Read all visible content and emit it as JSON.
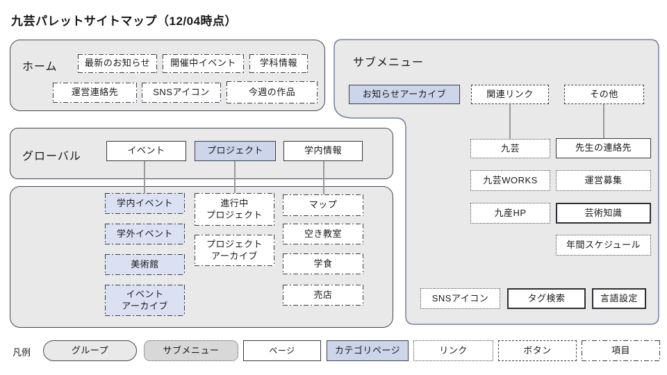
{
  "title": "九芸パレットサイトマップ（12/04時点）",
  "home": {
    "label": "ホーム",
    "items": [
      "最新のお知らせ",
      "開催中イベント",
      "学科情報",
      "運営連絡先",
      "SNSアイコン",
      "今週の作品"
    ]
  },
  "global": {
    "label": "グローバル",
    "items": [
      "イベント",
      "プロジェクト",
      "学内情報"
    ]
  },
  "detail": {
    "event_children": [
      "学内イベント",
      "学外イベント",
      "美術館",
      "イベント\nアーカイブ"
    ],
    "project_children": [
      "進行中\nプロジェクト",
      "プロジェクト\nアーカイブ"
    ],
    "info_children": [
      "マップ",
      "空き教室",
      "学食",
      "売店"
    ]
  },
  "submenu": {
    "label": "サブメニュー",
    "top": [
      "お知らせアーカイブ",
      "関連リンク",
      "その他"
    ],
    "links": [
      "九芸",
      "九芸WORKS",
      "九産HP"
    ],
    "others": [
      "先生の連絡先",
      "運営募集",
      "芸術知識",
      "年間スケジュール"
    ],
    "bottom": [
      "SNSアイコン",
      "タグ検索",
      "言語設定"
    ]
  },
  "legend": {
    "label": "凡例",
    "items": [
      "グループ",
      "サブメニュー",
      "ページ",
      "カテゴリページ",
      "リンク",
      "ボタン",
      "項目"
    ]
  },
  "colors": {
    "group_fill": "#e9e9ea",
    "category_fill": "#ccd5ea",
    "item_fill": "#dbe1f3",
    "submenu_fill": "#d8d8d8",
    "submenu_border": "#747e9e",
    "connector": "#999999"
  }
}
